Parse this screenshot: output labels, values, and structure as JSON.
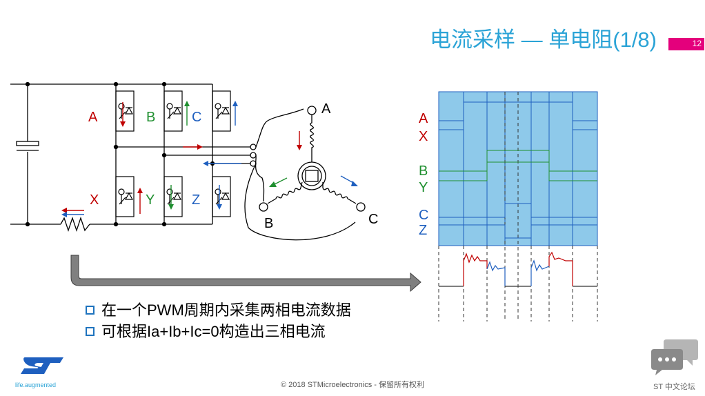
{
  "slide": {
    "title": "电流采样 — 单电阻(1/8)",
    "page_number": "12"
  },
  "circuit": {
    "switch_labels_top": [
      "A",
      "B",
      "C"
    ],
    "switch_labels_bottom": [
      "X",
      "Y",
      "Z"
    ],
    "motor_labels": [
      "A",
      "B",
      "C"
    ]
  },
  "timing": {
    "signal_labels": [
      "A",
      "X",
      "B",
      "Y",
      "C",
      "Z"
    ]
  },
  "bullets": [
    "在一个PWM周期内采集两相电流数据",
    "可根据Ia+Ib+Ic=0构造出三相电流"
  ],
  "footer": {
    "copyright": "© 2018 STMicroelectronics - 保留所有权利",
    "tagline": "life.augmented",
    "forum": "ST 中文论坛"
  },
  "colors": {
    "accent_blue": "#2aa3d6",
    "magenta": "#e4007c",
    "phase_red": "#c00000",
    "phase_green": "#1f8f2f",
    "phase_blue": "#1e5fbf"
  }
}
